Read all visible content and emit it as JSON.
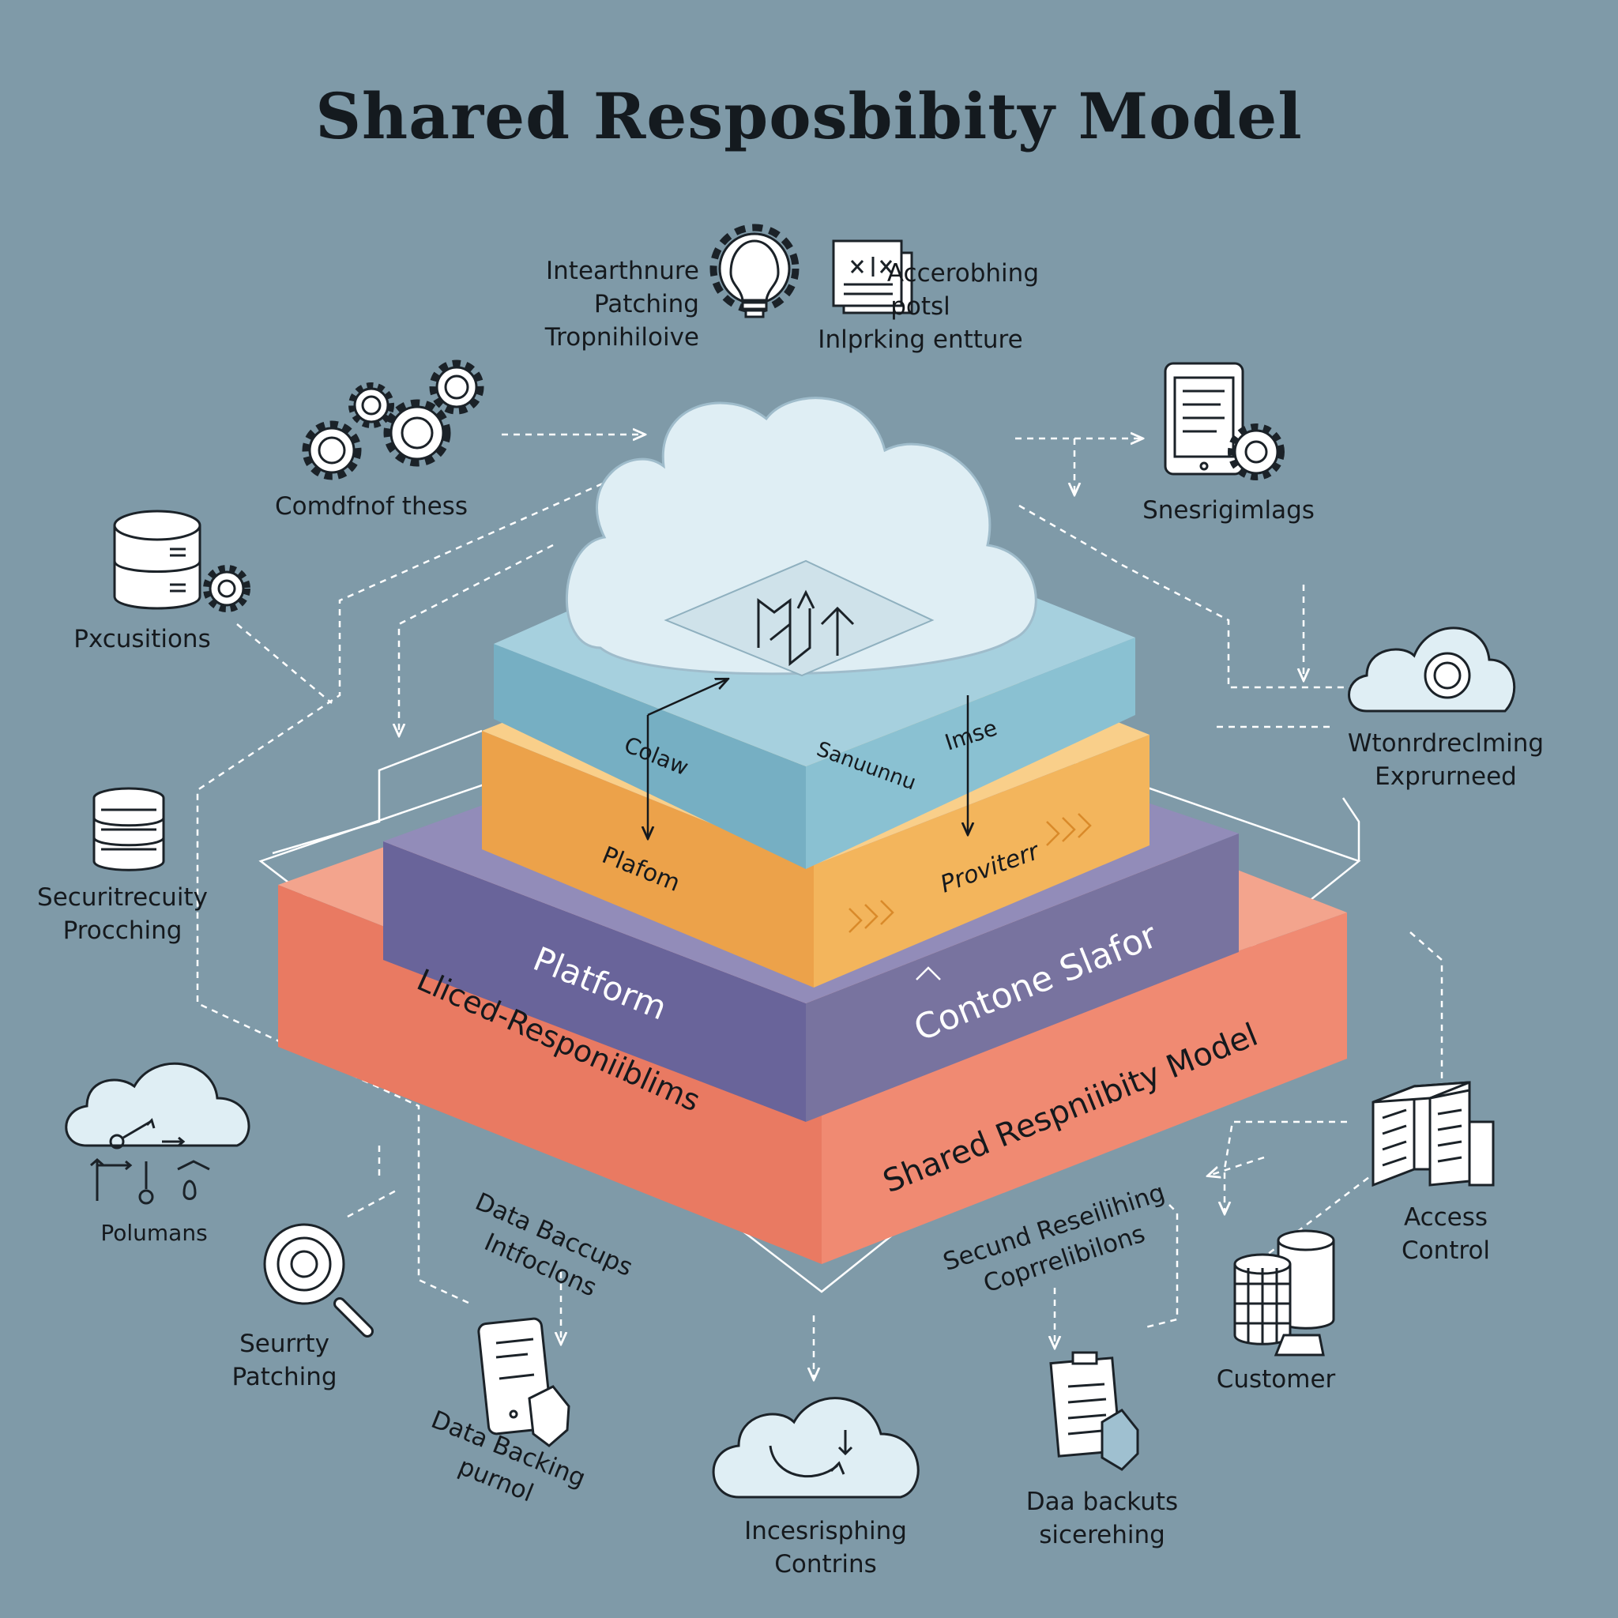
{
  "title": "Shared Resposbibity Model",
  "colors": {
    "background": "#7f9aa8",
    "cloud_fill": "#dfeef4",
    "layer_light_blue": "#8fc3d3",
    "layer_orange": "#f3b45a",
    "layer_purple": "#7e78a8",
    "layer_coral": "#ee8a72",
    "line": "#ffffff",
    "ink": "#15191d"
  },
  "stack": {
    "top_labels": [
      "Colaw",
      "Sanuunnu",
      "Imse"
    ],
    "orange_labels": [
      "Plafom",
      "Proviterr"
    ],
    "purple_labels": [
      "Platform",
      "Contone Slafor"
    ],
    "coral_labels": [
      "Lliced-Responiiblims",
      "Shared Respniibity Model"
    ]
  },
  "labels": {
    "infra_patching": [
      "Intearthnure",
      "Patching",
      "Tropnihiloive"
    ],
    "accerobhing": [
      "Accerobhing",
      "potsl",
      "Inlprking entture"
    ],
    "comdfnof": [
      "Comdfnof thess"
    ],
    "snesrigimlags": [
      "Snesrigimlags"
    ],
    "pxcusitions": [
      "Pxcusitions"
    ],
    "wtonrdreclming": [
      "Wtonrdreclming",
      "Exprurneed"
    ],
    "securitrecuity": [
      "Securitrecuity",
      "Procching"
    ],
    "polumans": [
      "Polumans"
    ],
    "access_control": [
      "Access",
      "Control"
    ],
    "data_backups": [
      "Data Baccups",
      "Intfoclons"
    ],
    "secund_reseiling": [
      "Secund Reseilihing",
      "Coprrelibilons"
    ],
    "seurty_patching": [
      "Seurrty",
      "Patching"
    ],
    "customer": [
      "Customer"
    ],
    "data_backing": [
      "Data Backing",
      "purnol"
    ],
    "incesrisphing": [
      "Incesrisphing",
      "Contrins"
    ],
    "daa_backuts": [
      "Daa backuts",
      "sicerehing"
    ]
  }
}
